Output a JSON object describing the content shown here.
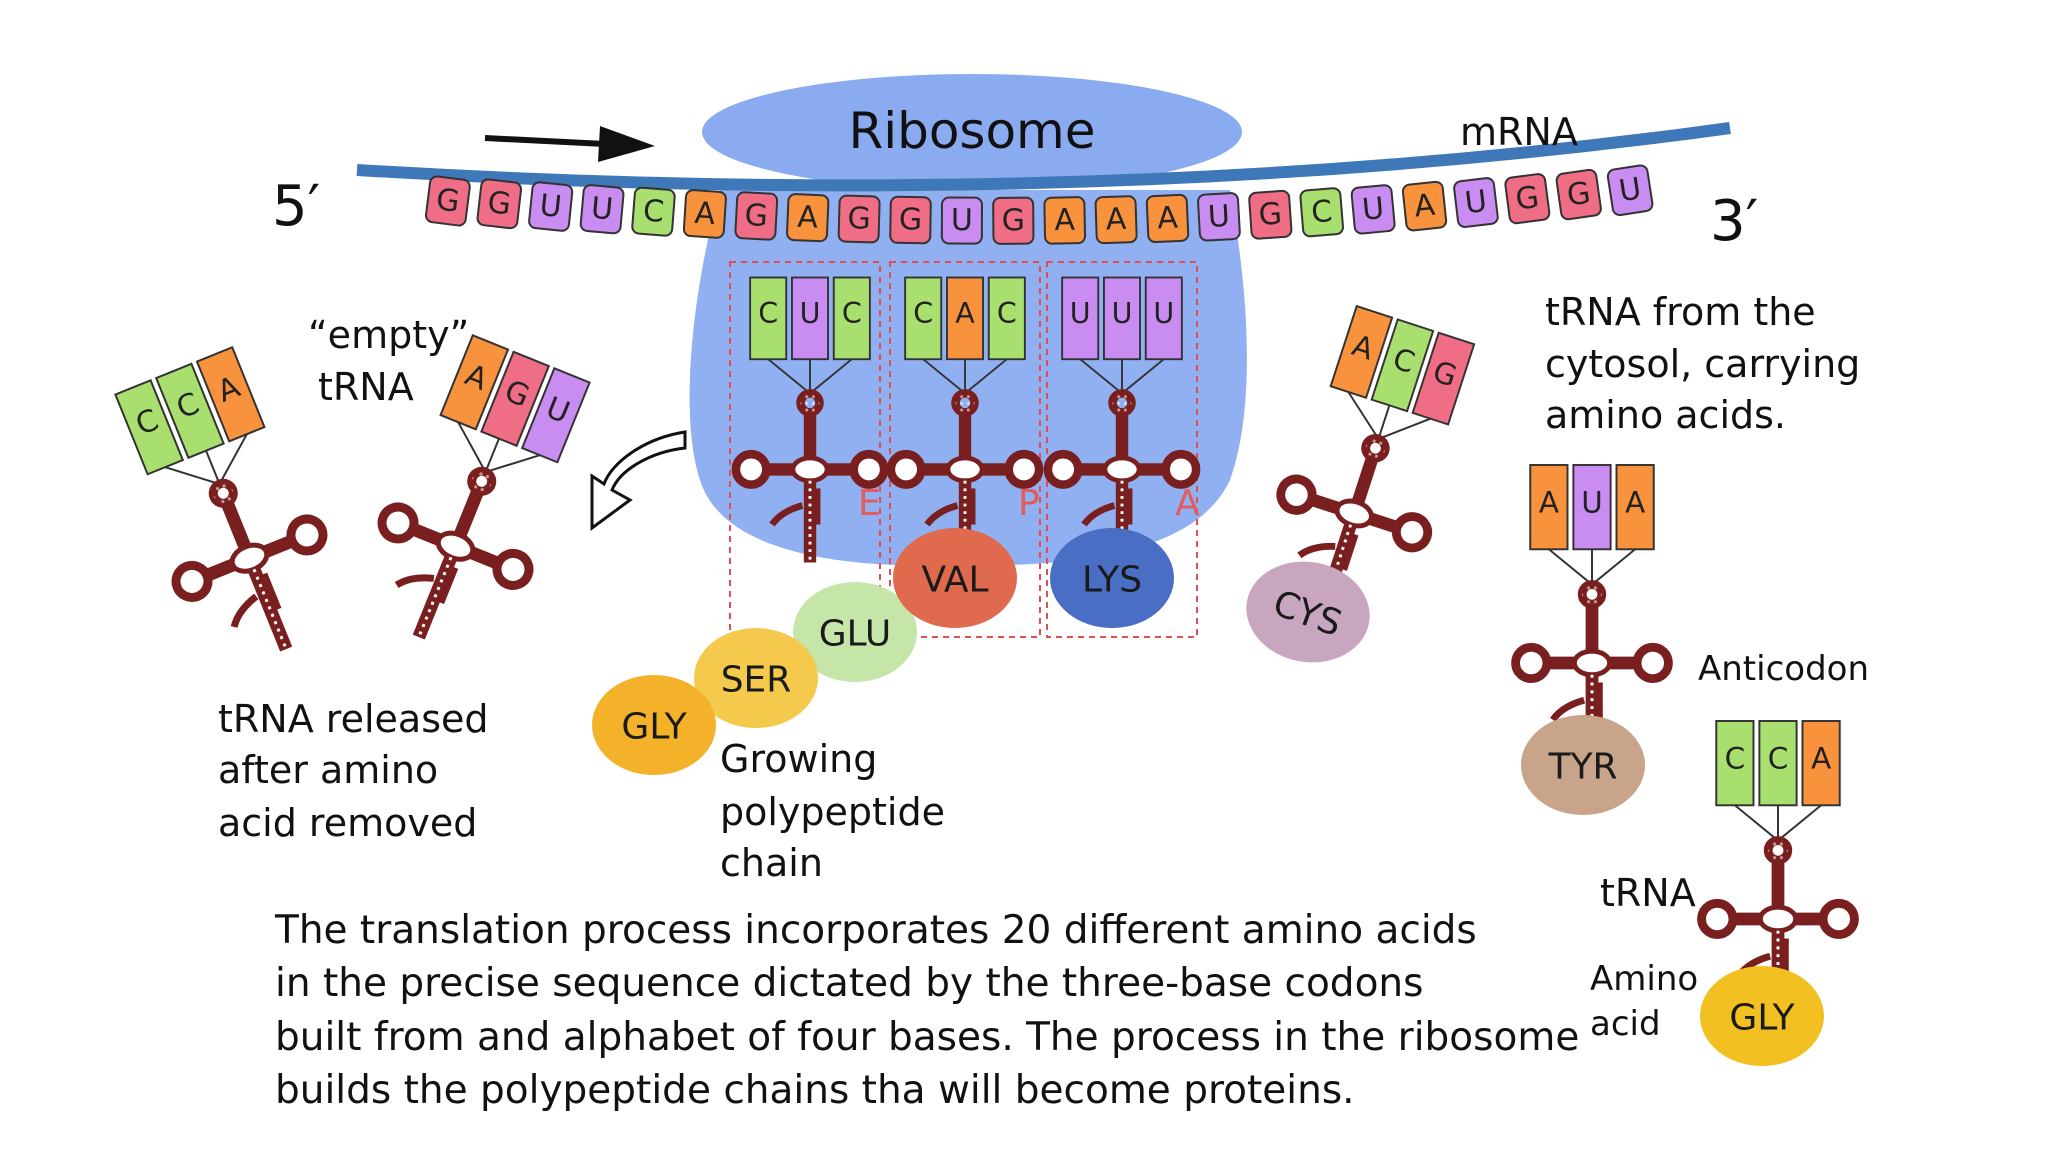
{
  "colors": {
    "G": "#f06d86",
    "U": "#c98cf0",
    "C": "#a9df6e",
    "A": "#f9923d",
    "ribosome": "#7ea2ef",
    "mrna": "#3f78b8",
    "trna": "#7a1f1f",
    "site_line": "#e05050"
  },
  "labels": {
    "ribosome": "Ribosome",
    "mrna": "mRNA",
    "five_prime": "5′",
    "three_prime": "3′",
    "empty_trna": [
      "“empty”",
      "tRNA"
    ],
    "released": [
      "tRNA released",
      "after amino",
      "acid removed"
    ],
    "growing": [
      "Growing",
      "polypeptide",
      "chain"
    ],
    "from_cytosol": [
      "tRNA from the",
      "cytosol, carrying",
      "amino acids."
    ],
    "anticodon": "Anticodon",
    "trna": "tRNA",
    "amino_acid": [
      "Amino",
      "acid"
    ],
    "sites": [
      "E",
      "P",
      "A"
    ],
    "caption": [
      "The translation process incorporates 20 different amino acids",
      "in the precise sequence dictated by the three-base codons",
      "built from and alphabet of four bases.  The process in the ribosome",
      "builds the polypeptide chains tha will become proteins."
    ]
  },
  "mrna_sequence": [
    "G",
    "G",
    "U",
    "U",
    "C",
    "A",
    "G",
    "A",
    "G",
    "G",
    "U",
    "G",
    "A",
    "A",
    "A",
    "U",
    "G",
    "C",
    "U",
    "A",
    "U",
    "G",
    "G",
    "U"
  ],
  "trnas": {
    "released": [
      "C",
      "C",
      "A"
    ],
    "empty": [
      "A",
      "G",
      "U"
    ],
    "e_site": [
      "C",
      "U",
      "C"
    ],
    "p_site": [
      "C",
      "A",
      "C"
    ],
    "a_site": [
      "U",
      "U",
      "U"
    ],
    "incoming": [
      "A",
      "C",
      "G"
    ],
    "cytosol": [
      "A",
      "U",
      "A"
    ],
    "legend": [
      "C",
      "C",
      "A"
    ]
  },
  "amino_acids": {
    "gly_chain": {
      "label": "GLY",
      "color": "#f3b22a"
    },
    "ser": {
      "label": "SER",
      "color": "#f5c94c"
    },
    "glu": {
      "label": "GLU",
      "color": "#c5e6a8"
    },
    "val": {
      "label": "VAL",
      "color": "#e06a4e"
    },
    "lys": {
      "label": "LYS",
      "color": "#4a6ec4"
    },
    "cys": {
      "label": "CYS",
      "color": "#c8a6c0"
    },
    "tyr": {
      "label": "TYR",
      "color": "#c8a48a"
    },
    "gly_legend": {
      "label": "GLY",
      "color": "#f3c021"
    }
  }
}
